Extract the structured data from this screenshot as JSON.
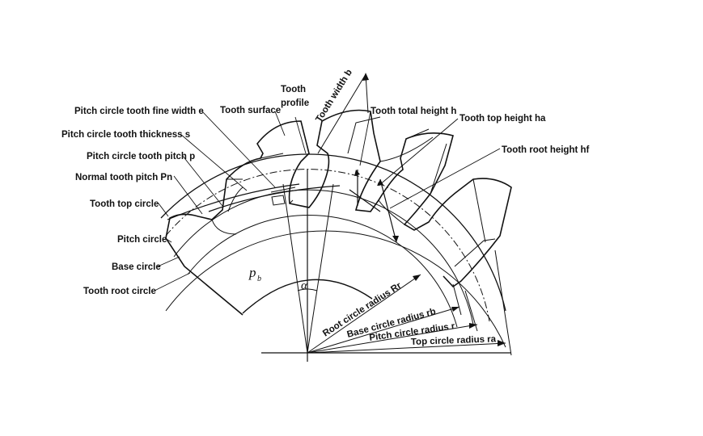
{
  "labels": {
    "tooth_profile_1": "Tooth",
    "tooth_profile_2": "profile",
    "tooth_width": "Tooth width b",
    "tooth_surface": "Tooth surface",
    "tooth_total_height": "Tooth total height h",
    "tooth_top_height": "Tooth top height ha",
    "tooth_root_height": "Tooth root height hf",
    "pitch_fine_width": "Pitch circle tooth fine width e",
    "pitch_thickness": "Pitch circle tooth thickness s",
    "pitch_pitch": "Pitch circle tooth pitch p",
    "normal_pitch": "Normal tooth pitch Pn",
    "top_circle": "Tooth top circle",
    "pitch_circle": "Pitch circle",
    "base_circle": "Base circle",
    "root_circle": "Tooth root circle",
    "pb": "p",
    "pb_sub": "b",
    "alpha": "α",
    "root_radius": "Root circle radius Rr",
    "base_radius": "Base circle radius rb",
    "pitch_radius": "Pitch circle radius r",
    "top_radius": "Top circle radius ra"
  },
  "colors": {
    "line": "#111111",
    "background": "#ffffff"
  }
}
